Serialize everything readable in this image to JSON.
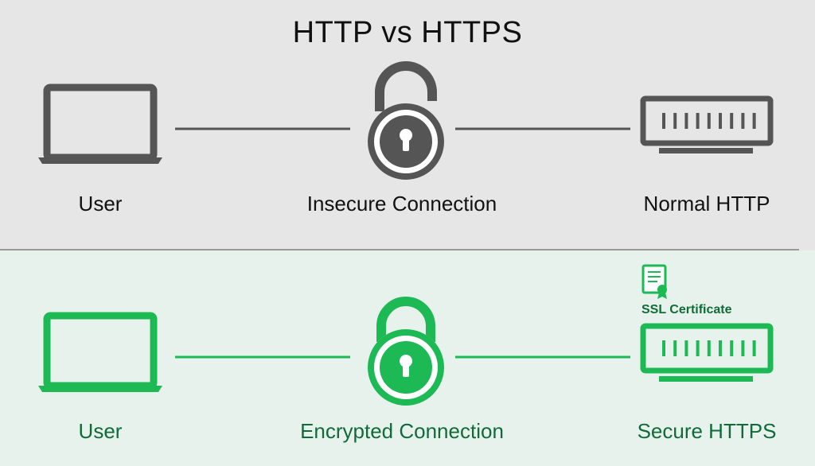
{
  "title": "HTTP vs HTTPS",
  "colors": {
    "top_background": "#e6e6e6",
    "bottom_background": "#e8f2ec",
    "divider": "#9a9a9a",
    "insecure": "#555555",
    "secure": "#1db954",
    "secure_text": "#0f6b38",
    "text": "#111111"
  },
  "insecure_row": {
    "client_icon": "laptop-icon",
    "client_label": "User",
    "connection_icon": "unlocked-padlock-icon",
    "connection_label": "Insecure Connection",
    "server_icon": "server-icon",
    "server_label": "Normal HTTP"
  },
  "secure_row": {
    "client_icon": "laptop-icon",
    "client_label": "User",
    "connection_icon": "locked-padlock-icon",
    "connection_label": "Encrypted Connection",
    "certificate_icon": "certificate-icon",
    "certificate_label": "SSL Certificate",
    "server_icon": "server-icon",
    "server_label": "Secure HTTPS"
  }
}
